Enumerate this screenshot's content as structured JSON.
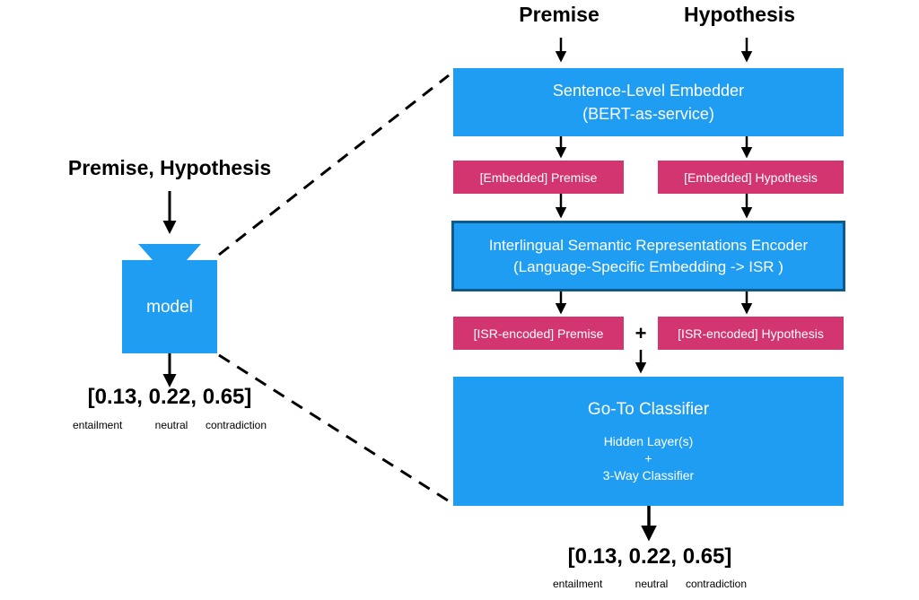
{
  "inputs": {
    "premise": "Premise",
    "hypothesis": "Hypothesis",
    "combined": "Premise, Hypothesis"
  },
  "model": {
    "label": "model"
  },
  "embedder": {
    "line1": "Sentence-Level Embedder",
    "line2": "(BERT-as-service)"
  },
  "embedded": {
    "premise": "[Embedded] Premise",
    "hypothesis": "[Embedded] Hypothesis"
  },
  "encoder": {
    "line1": "Interlingual Semantic Representations Encoder",
    "line2": "(Language-Specific Embedding -> ISR )"
  },
  "isr": {
    "premise": "[ISR-encoded] Premise",
    "hypothesis": "[ISR-encoded] Hypothesis",
    "plus": "+"
  },
  "classifier": {
    "title": "Go-To Classifier",
    "line1": "Hidden Layer(s)",
    "line2": "+",
    "line3": "3-Way Classifier"
  },
  "output": {
    "vector": "[0.13, 0.22, 0.65]",
    "labels": [
      "entailment",
      "neutral",
      "contradiction"
    ]
  },
  "colors": {
    "blue": "#1e9df3",
    "pink": "#d2356f",
    "encoder_border": "#0e5a8a"
  }
}
